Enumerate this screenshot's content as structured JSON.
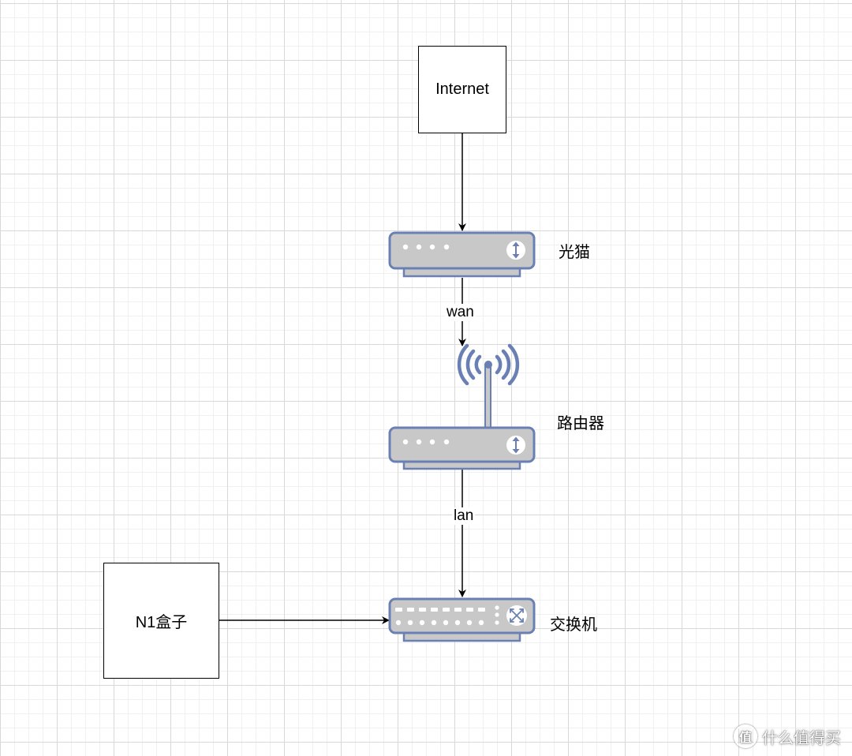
{
  "diagram": {
    "nodes": {
      "internet": {
        "label": "Internet"
      },
      "modem": {
        "label": "光猫",
        "icon": "modem-icon"
      },
      "router": {
        "label": "路由器",
        "icon": "wireless-router-icon"
      },
      "switch": {
        "label": "交换机",
        "icon": "network-switch-icon"
      },
      "n1box": {
        "label": "N1盒子"
      }
    },
    "edges": {
      "internet_to_modem": {
        "label": ""
      },
      "modem_to_router": {
        "label": "wan"
      },
      "router_to_switch": {
        "label": "lan"
      },
      "n1box_to_switch": {
        "label": ""
      }
    },
    "colors": {
      "device_fill": "#c8c8c8",
      "device_stroke": "#6a7fb3",
      "connector": "#000000",
      "grid_major": "#d8d8d8",
      "grid_minor": "#f0f0f0"
    }
  },
  "watermark": {
    "logo_text": "值",
    "text": "什么值得买"
  }
}
